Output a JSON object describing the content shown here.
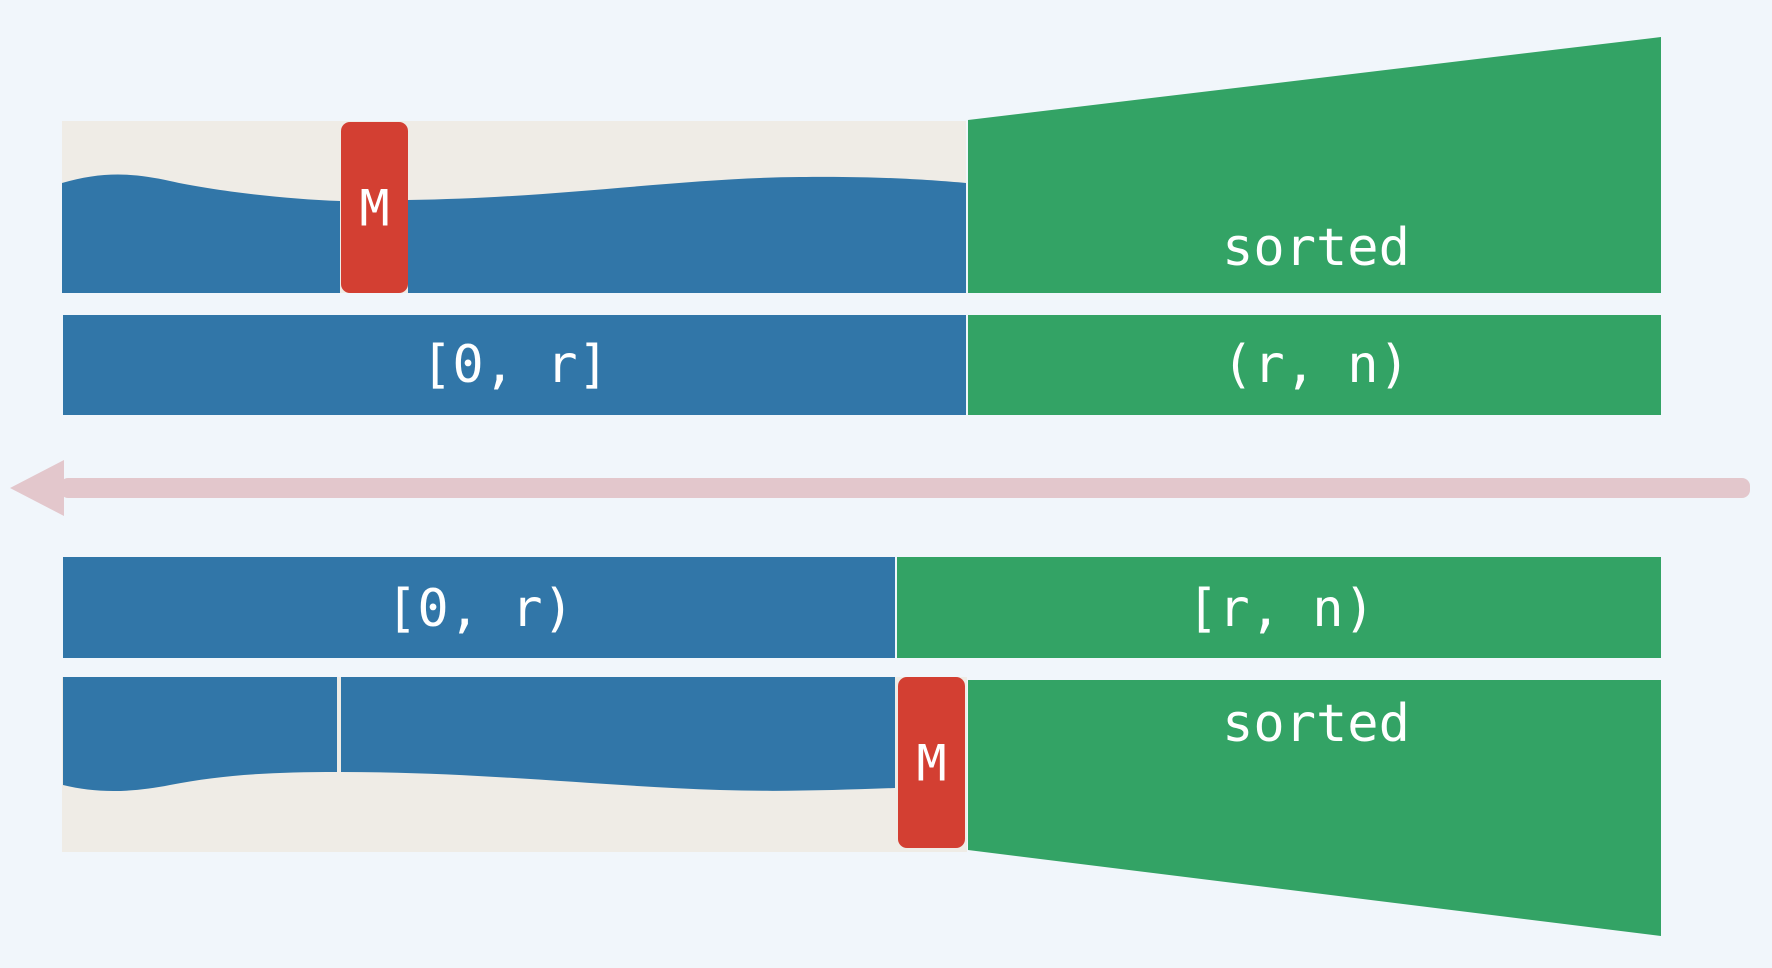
{
  "colors": {
    "background": "#f1f6fb",
    "heap": "#3176a8",
    "sorted": "#33a365",
    "max_marker": "#d33f32",
    "empty_area": "#efece6",
    "arrow": "#e3c7cc"
  },
  "top": {
    "max_label": "M",
    "sorted_label": "sorted",
    "heap_range": "[0, r]",
    "sorted_range": "(r, n)"
  },
  "arrow": {
    "direction": "left"
  },
  "bottom": {
    "heap_range": "[0, r)",
    "sorted_range": "[r, n)",
    "max_label": "M",
    "sorted_label": "sorted"
  }
}
